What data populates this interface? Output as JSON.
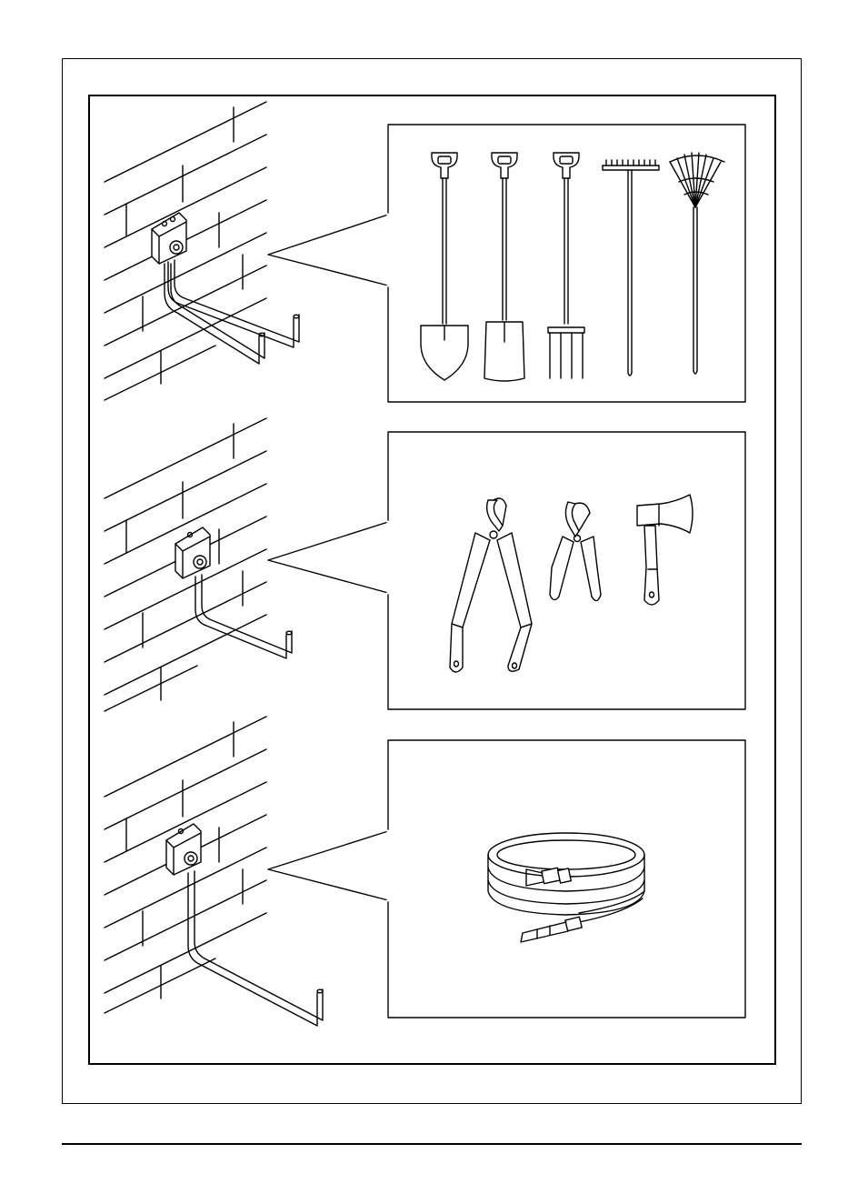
{
  "page": {
    "panels": [
      {
        "name": "long-handled-tools",
        "hook_type": "double-arm-hook",
        "tools": [
          "spade-icon",
          "square-spade-icon",
          "digging-fork-icon",
          "rake-icon",
          "leaf-rake-icon"
        ]
      },
      {
        "name": "hand-tools",
        "hook_type": "single-short-hook",
        "tools": [
          "loppers-icon",
          "pruning-shears-icon",
          "hatchet-icon"
        ]
      },
      {
        "name": "hose",
        "hook_type": "single-long-hook",
        "tools": [
          "garden-hose-icon"
        ]
      }
    ],
    "colors": {
      "line": "#000000",
      "background": "#ffffff"
    }
  }
}
